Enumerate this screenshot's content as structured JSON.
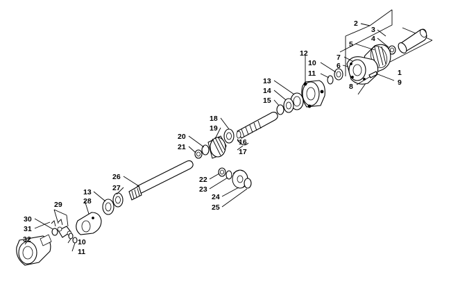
{
  "diagram": {
    "labels": {
      "p1": "1",
      "p2": "2",
      "p3": "3",
      "p4": "4",
      "p5": "5",
      "p6": "6",
      "p7": "7",
      "p8": "8",
      "p9": "9",
      "p10a": "10",
      "p11a": "11",
      "p12": "12",
      "p13a": "13",
      "p14": "14",
      "p15": "15",
      "p16": "16",
      "p17": "17",
      "p18": "18",
      "p19": "19",
      "p20": "20",
      "p21": "21",
      "p22": "22",
      "p23": "23",
      "p24": "24",
      "p25": "25",
      "p26": "26",
      "p27": "27",
      "p13b": "13",
      "p28": "28",
      "p29": "29",
      "p30": "30",
      "p31": "31",
      "p10b": "10",
      "p11b": "11",
      "p32": "32"
    }
  }
}
